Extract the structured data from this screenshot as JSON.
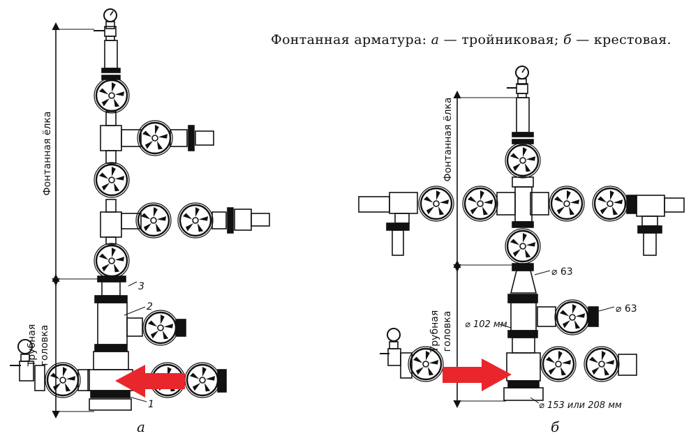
{
  "caption": {
    "prefix": "Фонтанная арматура:",
    "a_letter": "а",
    "a_text": "— тройниковая;",
    "b_letter": "б",
    "b_text": "— крестовая."
  },
  "figure_a": {
    "letter": "а",
    "tree_label": "Фонтанная ёлка",
    "head_label_line1": "Трубная",
    "head_label_line2": "головка",
    "callouts": [
      "1",
      "2",
      "3"
    ]
  },
  "figure_b": {
    "letter": "б",
    "tree_label": "Фонтанная ёлка",
    "head_label_line1": "Трубная",
    "head_label_line2": "головка",
    "dim_63_top": "⌀ 63",
    "dim_63_side": "⌀ 63",
    "dim_102": "⌀ 102 мм",
    "dim_bottom": "⌀ 153 или 208 мм"
  },
  "colors": {
    "ink": "#111111",
    "arrow": "#e8262b",
    "background": "#ffffff"
  }
}
